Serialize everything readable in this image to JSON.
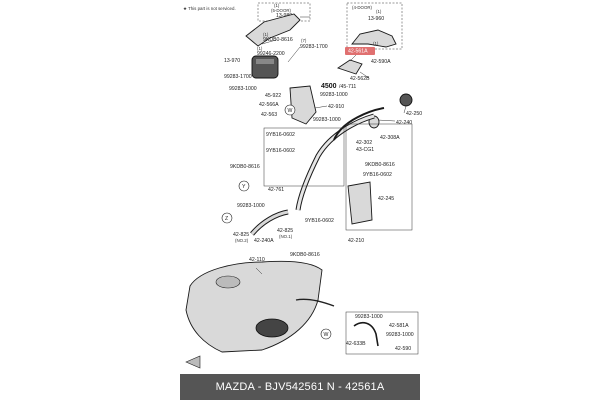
{
  "header": {
    "not_serviced_note": "★ This part is not serviced."
  },
  "callouts": {
    "door5_label": "(5-DOOR)",
    "door5_part": "13-980",
    "door4_label": "(4-DOOR)",
    "door4_part": "13-960",
    "door5_qty": "(1)",
    "door4_qty": "(1)",
    "highlight_part": "42-561A",
    "highlight_qty": "(1)",
    "highlight_color": "#e07070"
  },
  "labels": {
    "l_9kdb0_8616_top": "9KDB0-8616",
    "l_9kdb0_8616_top_q": "(1)",
    "l_99283_1700_a": "99283-1700",
    "l_99283_1700_a_q": "(7)",
    "l_99246_2200": "99246-2200",
    "l_99246_2200_q": "(1)",
    "l_13_970": "13-970",
    "l_99283_1700_b": "99283-1700",
    "l_99283_1000_a": "99283-1000",
    "l_4500": "4500",
    "l_45_711": "/45-711",
    "l_45_922": "45-922",
    "l_42_566a": "42-566A",
    "l_42_563": "42-563",
    "l_42_910": "42-910",
    "l_99283_1000_b": "99283-1000",
    "l_99283_1000_c": "99283-1000",
    "l_42_562b": "42-562B",
    "l_42_590a": "42-590A",
    "l_42_250": "42-250",
    "l_42_240": "42-240",
    "l_9yb16_0602_a": "9YB16-0602",
    "l_9yb16_0602_b": "9YB16-0602",
    "l_42_308a": "42-308A",
    "l_42_302": "42-302",
    "l_43_cg1": "43-CG1",
    "l_9kdb0_8616_mid": "9KDB0-8616",
    "l_9kdb0_8616_r": "9KDB0-8616",
    "l_9yb16_0602_r": "9YB16-0602",
    "l_42_761": "42-761",
    "l_42_245": "42-245",
    "l_99283_1000_d": "99283-1000",
    "l_9yb16_0602_c": "9YB16-0602",
    "l_42_825_a": "42-825",
    "l_no2": "(NO.2)",
    "l_42_240a": "42-240A",
    "l_42_825_b": "42-825",
    "l_no1": "(NO.1)",
    "l_9kdb0_8616_bot": "9KDB0-8616",
    "l_42_210": "42-210",
    "l_42_110": "42-110",
    "l_99283_1000_e": "99283-1000",
    "l_42_581a": "42-581A",
    "l_99283_1000_f": "99283-1000",
    "l_42_633b": "42-633B",
    "l_42_590": "42-590",
    "ref_w": "W",
    "ref_y": "Y",
    "ref_z": "Z",
    "qty_1": "(1)",
    "qty_2": "(2)"
  },
  "caption": {
    "text": "MAZDA - BJV542561     N - 42561A"
  }
}
